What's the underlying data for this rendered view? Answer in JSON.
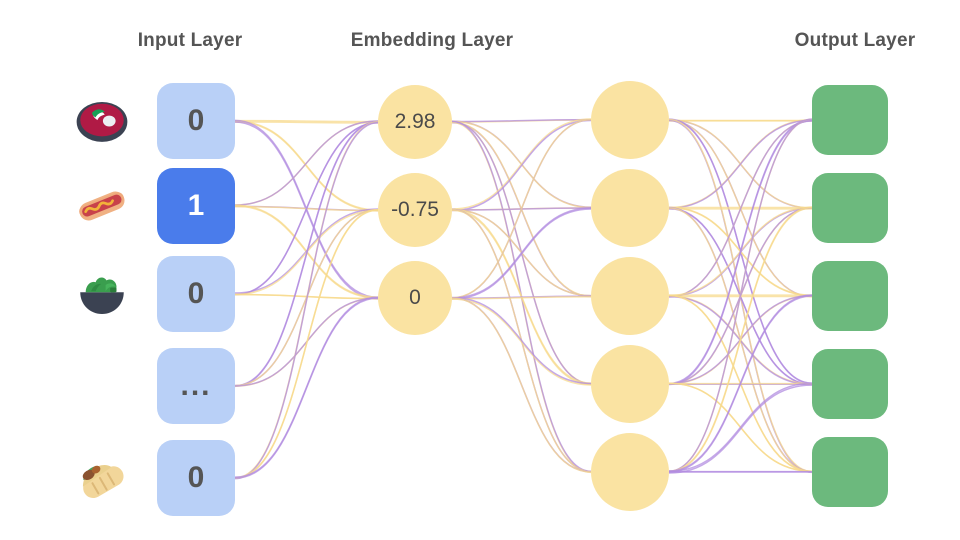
{
  "titles": {
    "input": "Input Layer",
    "embedding": "Embedding Layer",
    "output": "Output Layer"
  },
  "colors": {
    "input_box": "#b9d0f7",
    "input_box_active": "#4a7ceb",
    "embedding_circle": "#fae3a2",
    "hidden_circle": "#fae3a2",
    "output_box": "#6cb97d",
    "edge_purple": "#b18ce0",
    "edge_yellow": "#f7d98c",
    "title_text": "#555555",
    "value_text": "#4a4a4a",
    "background": "#ffffff"
  },
  "input_layer": {
    "nodes": [
      {
        "icon": "bowl-of-borscht-icon",
        "value": "0",
        "active": false
      },
      {
        "icon": "hot-dog-icon",
        "value": "1",
        "active": true
      },
      {
        "icon": "green-salad-icon",
        "value": "0",
        "active": false
      },
      {
        "icon": "none",
        "value": "...",
        "active": false
      },
      {
        "icon": "burrito-icon",
        "value": "0",
        "active": false
      }
    ]
  },
  "embedding_layer": {
    "nodes": [
      {
        "value": "2.98"
      },
      {
        "value": "-0.75"
      },
      {
        "value": "0"
      }
    ]
  },
  "hidden_layer": {
    "nodes": [
      {
        "value": ""
      },
      {
        "value": ""
      },
      {
        "value": ""
      },
      {
        "value": ""
      },
      {
        "value": ""
      }
    ]
  },
  "output_layer": {
    "nodes": [
      {
        "value": ""
      },
      {
        "value": ""
      },
      {
        "value": ""
      },
      {
        "value": ""
      },
      {
        "value": ""
      }
    ]
  }
}
